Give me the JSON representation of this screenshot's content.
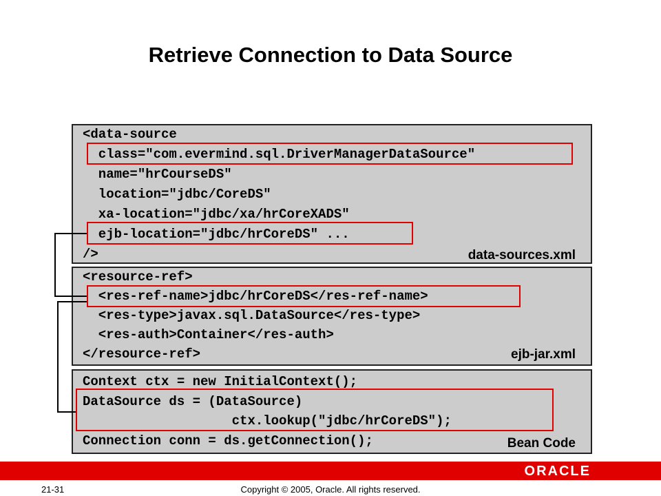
{
  "slide": {
    "title": "Retrieve Connection to Data Source",
    "panels": {
      "data_sources": {
        "lines": [
          "<data-source",
          "  class=\"com.evermind.sql.DriverManagerDataSource\"",
          "  name=\"hrCourseDS\"",
          "  location=\"jdbc/CoreDS\"",
          "  xa-location=\"jdbc/xa/hrCoreXADS\"",
          "  ejb-location=\"jdbc/hrCoreDS\" ...",
          "/>"
        ],
        "file_label": "data-sources.xml"
      },
      "ejb_jar": {
        "lines": [
          "<resource-ref>",
          "  <res-ref-name>jdbc/hrCoreDS</res-ref-name>",
          "  <res-type>javax.sql.DataSource</res-type>",
          "  <res-auth>Container</res-auth>",
          "</resource-ref>"
        ],
        "file_label": "ejb-jar.xml"
      },
      "bean_code": {
        "lines": [
          "Context ctx = new InitialContext();",
          "DataSource ds = (DataSource)",
          "                   ctx.lookup(\"jdbc/hrCoreDS\");",
          "Connection conn = ds.getConnection();"
        ],
        "file_label": "Bean Code"
      }
    },
    "colors": {
      "highlight": "#e00000",
      "panel_bg": "#cccccc",
      "footer_bar": "#e00000"
    }
  },
  "footer": {
    "slide_number": "21-31",
    "copyright": "Copyright © 2005, Oracle.  All rights reserved.",
    "logo_text": "ORACLE"
  }
}
